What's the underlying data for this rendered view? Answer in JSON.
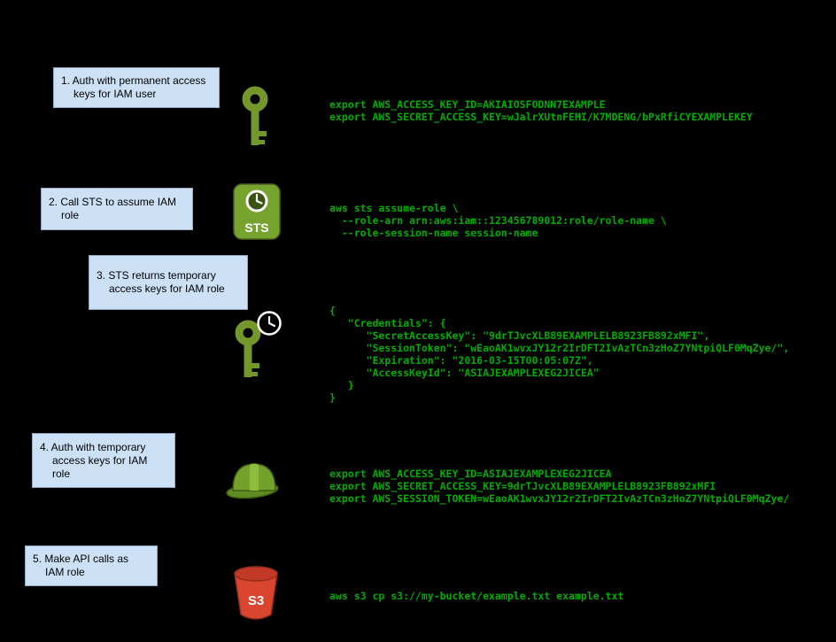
{
  "colors": {
    "background": "#000000",
    "code_green": "#00ad00",
    "step_box_fill": "#cde1f6",
    "icon_green": "#76a22e",
    "bucket_red": "#d9452f"
  },
  "icons": {
    "sts_label": "STS",
    "s3_label": "S3"
  },
  "steps": [
    {
      "label": "1. Auth with permanent access keys for IAM user",
      "icon": "iam-user-key-icon",
      "code": "export AWS_ACCESS_KEY_ID=AKIAIOSFODNN7EXAMPLE\nexport AWS_SECRET_ACCESS_KEY=wJalrXUtnFEMI/K7MDENG/bPxRfiCYEXAMPLEKEY"
    },
    {
      "label": "2. Call STS to assume IAM role",
      "icon": "sts-icon",
      "code": "aws sts assume-role \\\n  --role-arn arn:aws:iam::123456789012:role/role-name \\\n  --role-session-name session-name"
    },
    {
      "label": "3. STS returns temporary access keys for IAM role",
      "icon": "temporary-key-clock-icon",
      "code": "{\n   \"Credentials\": {\n      \"SecretAccessKey\": \"9drTJvcXLB89EXAMPLELB8923FB892xMFI\",\n      \"SessionToken\": \"wEaoAK1wvxJY12r2IrDFT2IvAzTCn3zHoZ7YNtpiQLF0MqZye/\",\n      \"Expiration\": \"2016-03-15T00:05:07Z\",\n      \"AccessKeyId\": \"ASIAJEXAMPLEXEG2JICEA\"\n   }\n}"
    },
    {
      "label": "4. Auth with temporary access keys for IAM role",
      "icon": "iam-role-hardhat-icon",
      "code": "export AWS_ACCESS_KEY_ID=ASIAJEXAMPLEXEG2JICEA\nexport AWS_SECRET_ACCESS_KEY=9drTJvcXLB89EXAMPLELB8923FB892xMFI\nexport AWS_SESSION_TOKEN=wEaoAK1wvxJY12r2IrDFT2IvAzTCn3zHoZ7YNtpiQLF0MqZye/"
    },
    {
      "label": "5. Make API calls as IAM role",
      "icon": "s3-bucket-icon",
      "code": "aws s3 cp s3://my-bucket/example.txt example.txt"
    }
  ]
}
